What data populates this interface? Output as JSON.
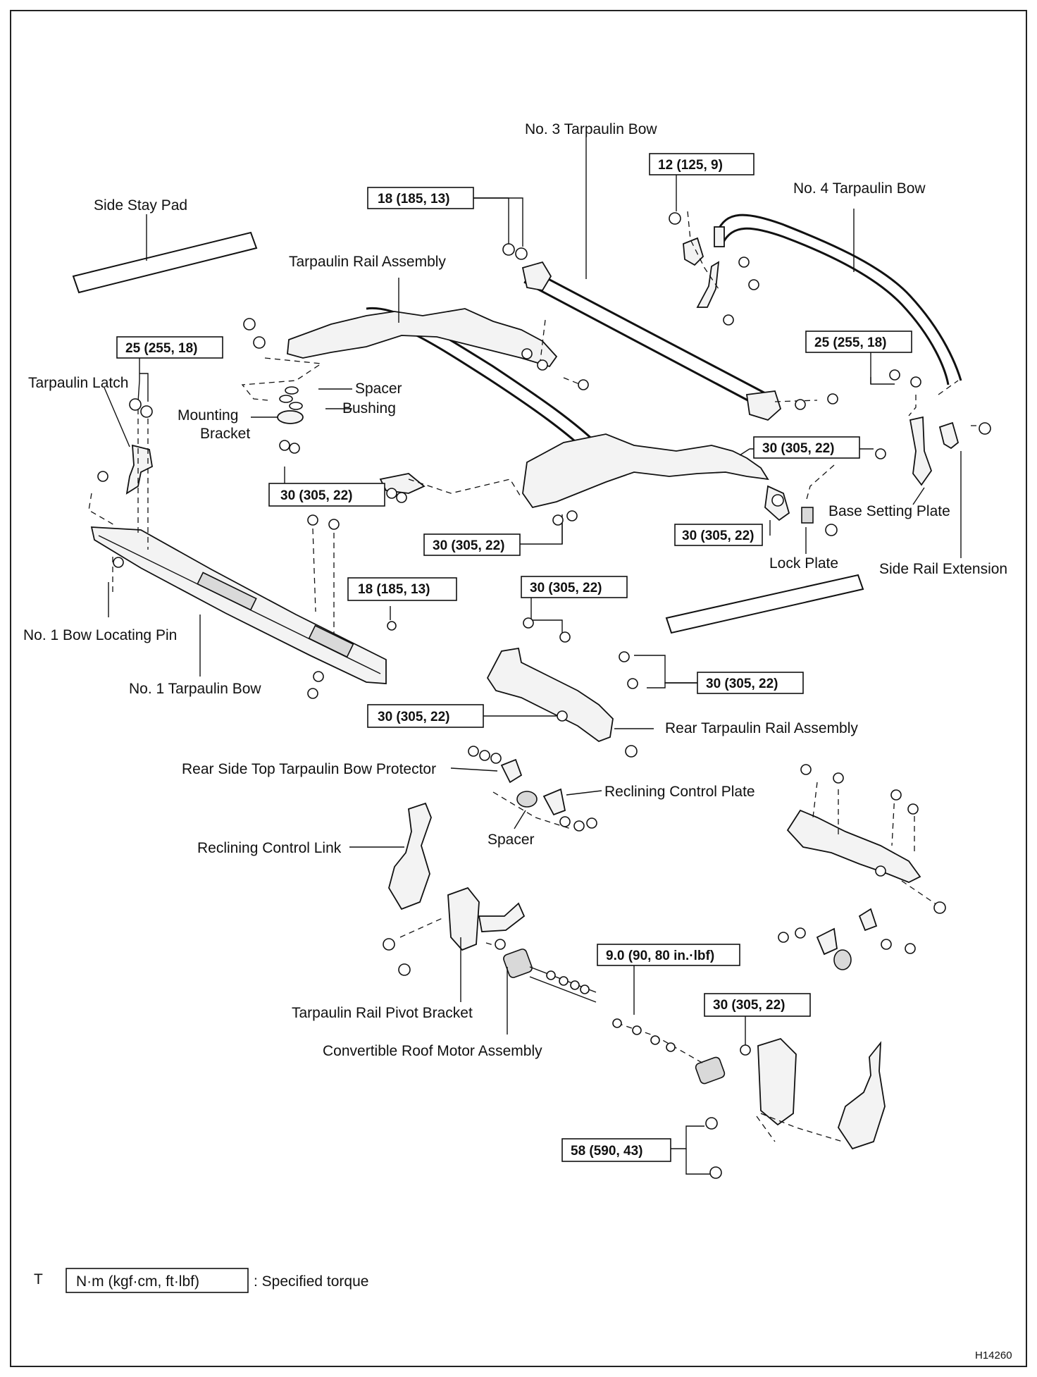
{
  "labels": {
    "no3_bow": "No. 3 Tarpaulin Bow",
    "no4_bow": "No. 4 Tarpaulin Bow",
    "side_stay_pad": "Side Stay Pad",
    "rail_assembly": "Tarpaulin Rail Assembly",
    "latch": "Tarpaulin Latch",
    "spacer_top": "Spacer",
    "bushing": "Bushing",
    "mounting": "Mounting",
    "bracket": "Bracket",
    "base_plate": "Base Setting Plate",
    "lock_plate": "Lock Plate",
    "side_rail_ext": "Side Rail Extension",
    "locating_pin": "No. 1 Bow Locating Pin",
    "no1_bow": "No. 1 Tarpaulin Bow",
    "rear_rail": "Rear Tarpaulin Rail Assembly",
    "protector": "Rear Side Top Tarpaulin Bow Protector",
    "recl_plate": "Reclining Control Plate",
    "spacer_bottom": "Spacer",
    "recl_link": "Reclining Control Link",
    "pivot_bracket": "Tarpaulin Rail Pivot Bracket",
    "motor": "Convertible Roof Motor Assembly"
  },
  "torques": {
    "t_12": "12 (125, 9)",
    "t_18_top": "18 (185, 13)",
    "t_25_left": "25 (255, 18)",
    "t_25_right": "25 (255, 18)",
    "t_30_right": "30 (305, 22)",
    "t_30_left": "30 (305, 22)",
    "t_30_mid": "30 (305, 22)",
    "t_30_lock": "30 (305, 22)",
    "t_18_mid": "18 (185, 13)",
    "t_30_rear_top": "30 (305, 22)",
    "t_30_rear_right": "30 (305, 22)",
    "t_30_rear_left": "30 (305, 22)",
    "t_9": "9.0 (90, 80 in.·lbf)",
    "t_30_pivot": "30 (305, 22)",
    "t_58": "58 (590, 43)"
  },
  "legend": {
    "symbol": "T",
    "unit": "N·m (kgf·cm, ft·lbf)",
    "text": ": Specified torque"
  },
  "figure_code": "H14260"
}
